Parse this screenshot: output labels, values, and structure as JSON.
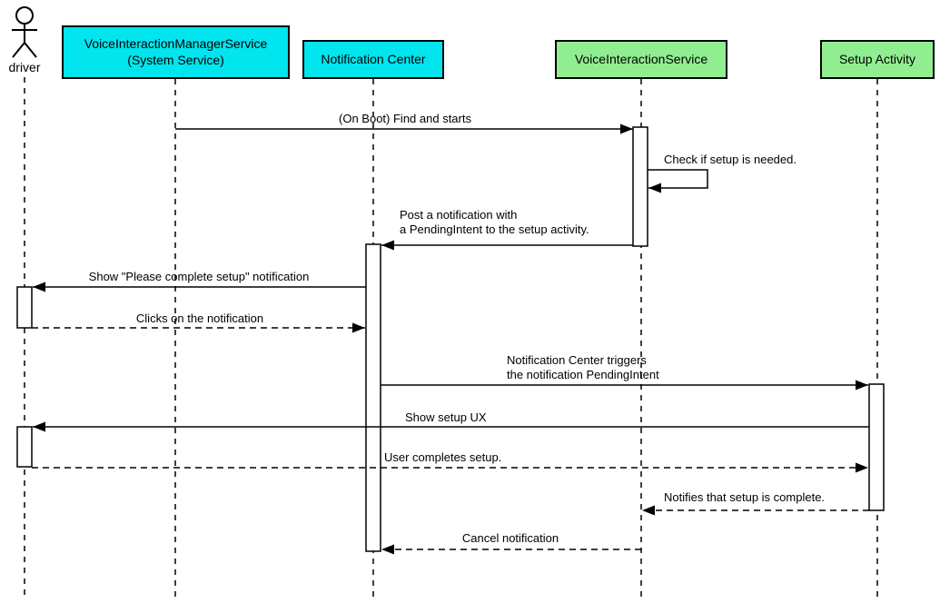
{
  "diagram_type": "uml-sequence-diagram",
  "colors": {
    "system_service_fill": "#00e5ee",
    "app_component_fill": "#90ee90",
    "line": "#000000",
    "activation_fill": "#ffffff",
    "background": "#ffffff"
  },
  "participants": [
    {
      "label": "driver",
      "kind": "actor"
    },
    {
      "label": "VoiceInteractionManagerService\n(System Service)",
      "kind": "box",
      "fill": "#00e5ee"
    },
    {
      "label": "Notification Center",
      "kind": "box",
      "fill": "#00e5ee"
    },
    {
      "label": "VoiceInteractionService",
      "kind": "box",
      "fill": "#90ee90"
    },
    {
      "label": "Setup Activity",
      "kind": "box",
      "fill": "#90ee90"
    }
  ],
  "messages": [
    {
      "label": "(On Boot) Find and starts",
      "from": "VoiceInteractionManagerService (System Service)",
      "to": "VoiceInteractionService",
      "line": "solid"
    },
    {
      "label": "Check if setup is needed.",
      "from": "VoiceInteractionService",
      "to": "VoiceInteractionService",
      "line": "solid-self"
    },
    {
      "label": "Post a notification with\na PendingIntent to the setup activity.",
      "from": "VoiceInteractionService",
      "to": "Notification Center",
      "line": "solid"
    },
    {
      "label": "Show \"Please complete setup\" notification",
      "from": "Notification Center",
      "to": "driver",
      "line": "solid"
    },
    {
      "label": "Clicks on the notification",
      "from": "driver",
      "to": "Notification Center",
      "line": "dashed"
    },
    {
      "label": "Notification Center triggers\nthe notification PendingIntent",
      "from": "Notification Center",
      "to": "Setup Activity",
      "line": "solid"
    },
    {
      "label": "Show setup UX",
      "from": "Setup Activity",
      "to": "driver",
      "line": "solid"
    },
    {
      "label": "User completes setup.",
      "from": "driver",
      "to": "Setup Activity",
      "line": "dashed"
    },
    {
      "label": "Notifies that setup is complete.",
      "from": "Setup Activity",
      "to": "VoiceInteractionService",
      "line": "dashed"
    },
    {
      "label": "Cancel notification",
      "from": "VoiceInteractionService",
      "to": "Notification Center",
      "line": "dashed"
    }
  ]
}
